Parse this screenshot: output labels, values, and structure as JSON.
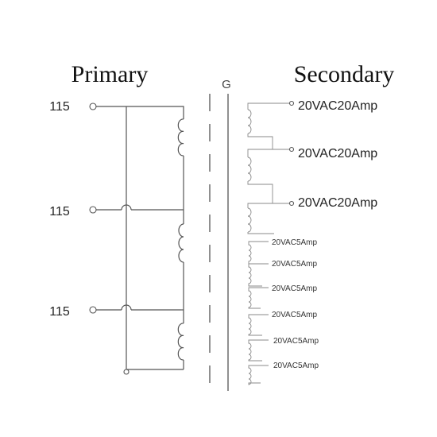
{
  "titles": {
    "primary": "Primary",
    "secondary": "Secondary"
  },
  "core_label": "G",
  "primary_inputs": [
    "115",
    "115",
    "115"
  ],
  "secondary_outputs": {
    "large": [
      "20VAC20Amp",
      "20VAC20Amp",
      "20VAC20Amp"
    ],
    "small": [
      "20VAC5Amp",
      "20VAC5Amp",
      "20VAC5Amp",
      "20VAC5Amp",
      "20VAC5Amp",
      "20VAC5Amp"
    ]
  }
}
